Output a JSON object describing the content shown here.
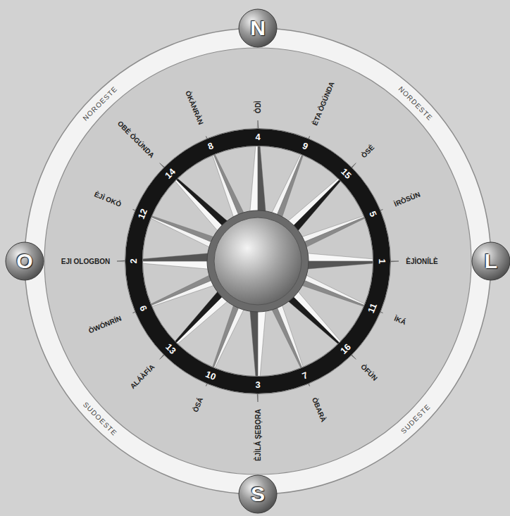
{
  "diagram": {
    "nodes": [
      {
        "text": [
          "N"
        ]
      },
      {
        "text": [
          "O"
        ]
      },
      {
        "text": [
          "L"
        ]
      },
      {
        "text": [
          "S"
        ]
      }
    ],
    "labels": [
      "ÒDÌ",
      "ÈTA ÒGÚNDA",
      "ÒSÉ",
      "ÌRÒSÙN",
      "ÈJÌONÍLÈ",
      "ÌKÁ",
      "ÒFÚN",
      "ÒBARÀ",
      "ÈJÌLÁ ŞEBỌRA",
      "ÒSÁ",
      "ALÁÀFÍA",
      "ÒWÓNRÍN",
      "EJI OLOGBON",
      "ÈJÌ OKÒ",
      "OBÈ ÒGÚNDA",
      "ÒKÀNRÀN",
      "4",
      "9",
      "15",
      "5",
      "1",
      "11",
      "16",
      "7",
      "3",
      "10",
      "13",
      "6",
      "2",
      "12",
      "14",
      "8",
      "NOROESTE",
      "NORDESTE",
      "SUDOESTE",
      "SUDESTE"
    ]
  }
}
